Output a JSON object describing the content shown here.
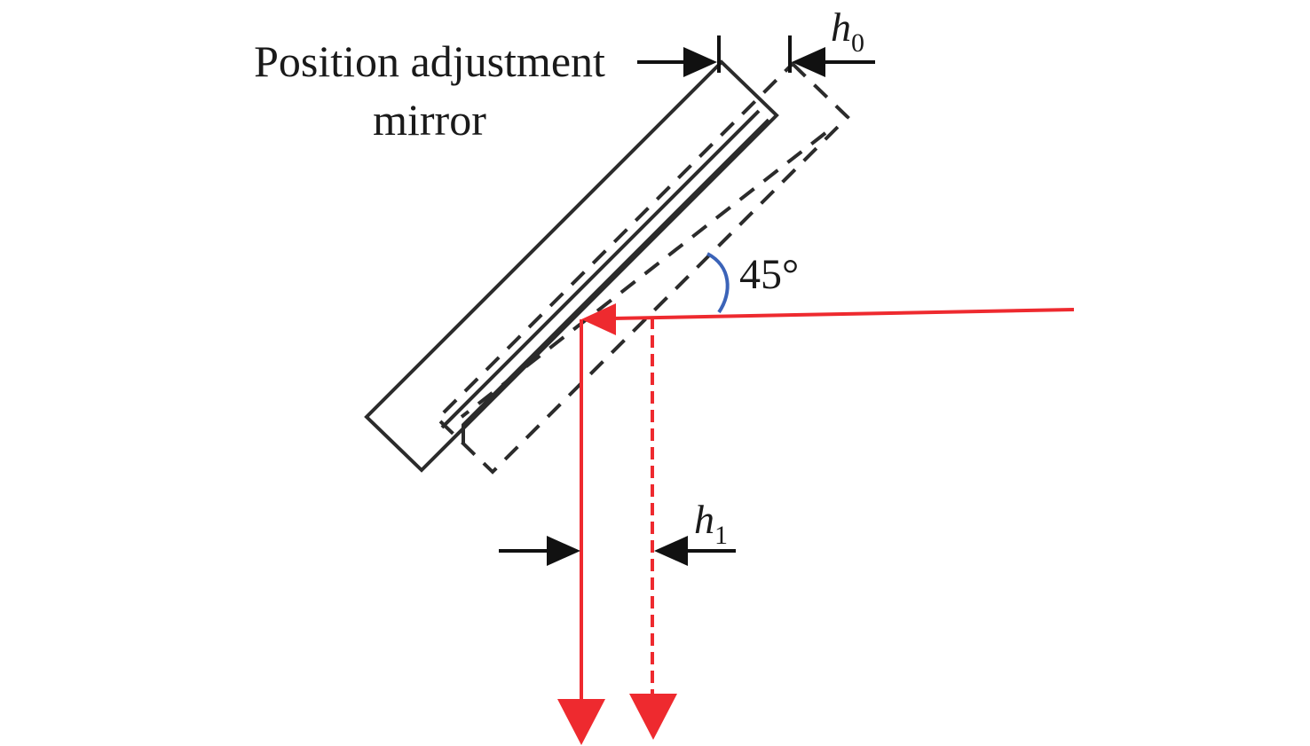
{
  "labels": {
    "mirror_line1": "Position adjustment",
    "mirror_line2": "mirror",
    "h0_var": "h",
    "h0_sub": "0",
    "h1_var": "h",
    "h1_sub": "1",
    "angle": "45°"
  },
  "colors": {
    "mirror_outline": "#2b2b2b",
    "beam": "#ee2a2f",
    "dimension_arrow": "#111111",
    "angle_arc": "#3b63b8",
    "background": "#ffffff"
  },
  "icons": {
    "mirror_solid": "mirror-solid-icon",
    "mirror_displaced": "mirror-dashed-icon"
  }
}
